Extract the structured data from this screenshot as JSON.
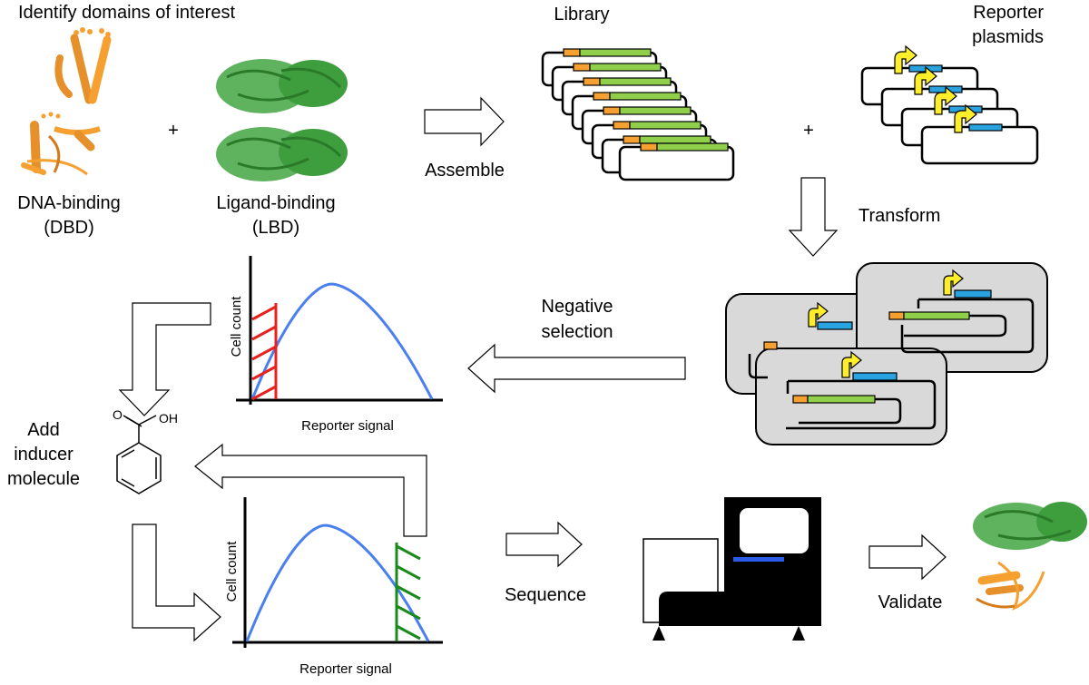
{
  "labels": {
    "identify": "Identify domains of interest",
    "dbd_line1": "DNA-binding",
    "dbd_line2": "(DBD)",
    "lbd_line1": "Ligand-binding",
    "lbd_line2": "(LBD)",
    "plus": "+",
    "assemble": "Assemble",
    "library": "Library",
    "reporter_line1": "Reporter",
    "reporter_line2": "plasmids",
    "transform": "Transform",
    "negative_line1": "Negative",
    "negative_line2": "selection",
    "add_line1": "Add",
    "add_line2": "inducer",
    "add_line3": "molecule",
    "sequence": "Sequence",
    "validate": "Validate"
  },
  "chemical": {
    "carbonyl": "O",
    "hydroxyl": "OH"
  },
  "plots": {
    "top": {
      "ylabel": "Cell count",
      "xlabel": "Reporter signal",
      "gate_color": "#e8211e",
      "gate_side": "left"
    },
    "bottom": {
      "ylabel": "Cell count",
      "xlabel": "Reporter signal",
      "gate_color": "#1a8a1a",
      "gate_side": "right"
    }
  },
  "colors": {
    "dbd": "#f5a030",
    "lbd": "#3e9e3e",
    "curve": "#4a7ff0",
    "reporter_gene": "#29a3e0",
    "promoter_arrow": "#ffef2a",
    "cell_fill": "#d9d9d9"
  },
  "icons": [
    "protein-structure-dbd",
    "protein-structure-lbd",
    "sequencer-machine",
    "benzoic-acid-structure"
  ]
}
